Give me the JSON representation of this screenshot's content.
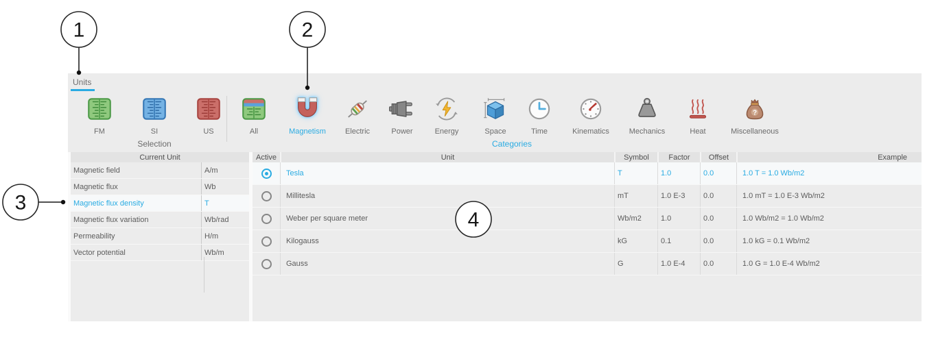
{
  "window": {
    "tab_label": "Units"
  },
  "toolbar": {
    "selection": {
      "group_label": "Selection",
      "items": [
        {
          "label": "FM",
          "icon": "ruler-fm-icon"
        },
        {
          "label": "SI",
          "icon": "ruler-si-icon"
        },
        {
          "label": "US",
          "icon": "ruler-us-icon"
        }
      ]
    },
    "categories": {
      "group_label": "Categories",
      "items": [
        {
          "label": "All",
          "icon": "ruler-all-icon",
          "active": false
        },
        {
          "label": "Magnetism",
          "icon": "magnet-icon",
          "active": true
        },
        {
          "label": "Electric",
          "icon": "resistor-icon",
          "active": false
        },
        {
          "label": "Power",
          "icon": "plug-icon",
          "active": false
        },
        {
          "label": "Energy",
          "icon": "energy-arrows-icon",
          "active": false
        },
        {
          "label": "Space",
          "icon": "cube-measure-icon",
          "active": false
        },
        {
          "label": "Time",
          "icon": "clock-icon",
          "active": false
        },
        {
          "label": "Kinematics",
          "icon": "gauge-icon",
          "active": false
        },
        {
          "label": "Mechanics",
          "icon": "weight-icon",
          "active": false
        },
        {
          "label": "Heat",
          "icon": "heat-icon",
          "active": false
        },
        {
          "label": "Miscellaneous",
          "icon": "question-bag-icon",
          "active": false
        }
      ]
    }
  },
  "current_unit_panel": {
    "header": "Current Unit",
    "rows": [
      {
        "name": "Magnetic field",
        "symbol": "A/m",
        "selected": false
      },
      {
        "name": "Magnetic flux",
        "symbol": "Wb",
        "selected": false
      },
      {
        "name": "Magnetic flux density",
        "symbol": "T",
        "selected": true
      },
      {
        "name": "Magnetic flux variation",
        "symbol": "Wb/rad",
        "selected": false
      },
      {
        "name": "Permeability",
        "symbol": "H/m",
        "selected": false
      },
      {
        "name": "Vector potential",
        "symbol": "Wb/m",
        "selected": false
      }
    ]
  },
  "units_table": {
    "headers": {
      "active": "Active",
      "unit": "Unit",
      "symbol": "Symbol",
      "factor": "Factor",
      "offset": "Offset",
      "example": "Example"
    },
    "rows": [
      {
        "unit": "Tesla",
        "symbol": "T",
        "factor": "1.0",
        "offset": "0.0",
        "example": "1.0 T = 1.0 Wb/m2",
        "selected": true
      },
      {
        "unit": "Millitesla",
        "symbol": "mT",
        "factor": "1.0 E-3",
        "offset": "0.0",
        "example": "1.0 mT = 1.0 E-3 Wb/m2",
        "selected": false
      },
      {
        "unit": "Weber per square meter",
        "symbol": "Wb/m2",
        "factor": "1.0",
        "offset": "0.0",
        "example": "1.0 Wb/m2 = 1.0 Wb/m2",
        "selected": false
      },
      {
        "unit": "Kilogauss",
        "symbol": "kG",
        "factor": "0.1",
        "offset": "0.0",
        "example": "1.0 kG = 0.1 Wb/m2",
        "selected": false
      },
      {
        "unit": "Gauss",
        "symbol": "G",
        "factor": "1.0 E-4",
        "offset": "0.0",
        "example": "1.0 G = 1.0 E-4 Wb/m2",
        "selected": false
      }
    ]
  },
  "annotations": {
    "n1": "1",
    "n2": "2",
    "n3": "3",
    "n4": "4"
  },
  "colors": {
    "accent": "#29abe2",
    "panel_bg": "#ececec",
    "header_bg": "#e3e3e3",
    "selected_row_bg": "#f7f9fa"
  }
}
